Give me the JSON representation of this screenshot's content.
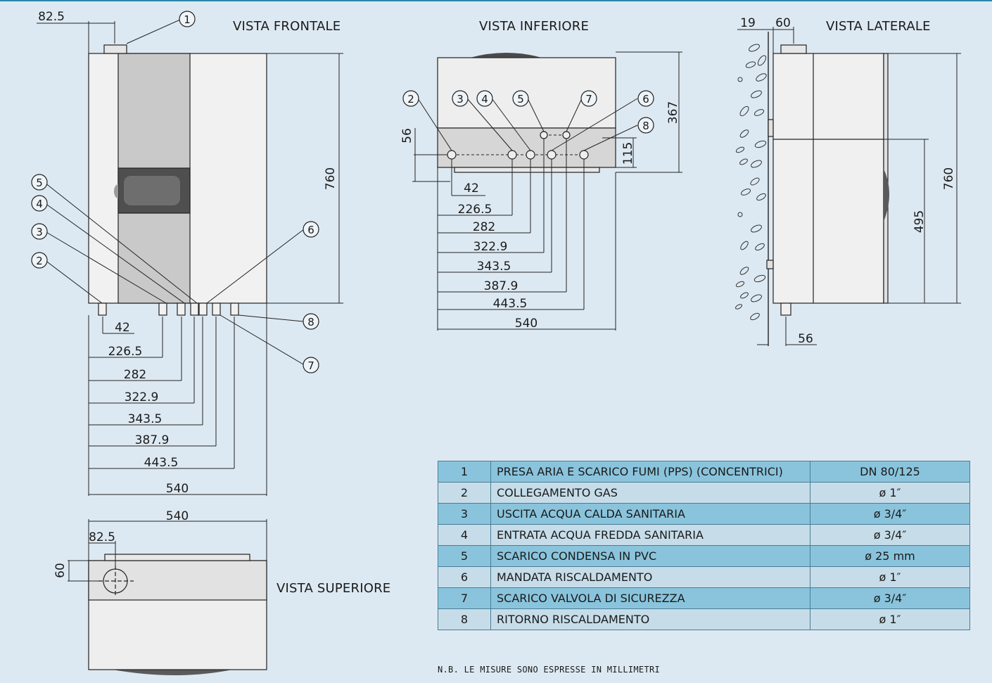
{
  "views": {
    "front": "VISTA FRONTALE",
    "bottom": "VISTA INFERIORE",
    "side": "VISTA LATERALE",
    "top": "VISTA SUPERIORE"
  },
  "front_dims": {
    "top_offset": "82.5",
    "height": "760",
    "horizontal": [
      "42",
      "226.5",
      "282",
      "322.9",
      "343.5",
      "387.9",
      "443.5",
      "540"
    ]
  },
  "bottom_dims": {
    "depth": "367",
    "row_offset": "56",
    "row_depth": "115",
    "horizontal": [
      "42",
      "226.5",
      "282",
      "322.9",
      "343.5",
      "387.9",
      "443.5",
      "540"
    ]
  },
  "side_dims": {
    "wall_gap": "19",
    "outlet": "60",
    "height": "760",
    "mid": "495",
    "bottom": "56"
  },
  "top_dims": {
    "width": "540",
    "offset": "82.5",
    "depth": "60"
  },
  "markers": [
    "1",
    "2",
    "3",
    "4",
    "5",
    "6",
    "7",
    "8"
  ],
  "table": {
    "rows": [
      {
        "n": "1",
        "desc": "PRESA ARIA E SCARICO FUMI (PPS) (CONCENTRICI)",
        "size": "DN 80/125"
      },
      {
        "n": "2",
        "desc": "COLLEGAMENTO GAS",
        "size": "ø 1″"
      },
      {
        "n": "3",
        "desc": "USCITA ACQUA CALDA SANITARIA",
        "size": "ø 3/4″"
      },
      {
        "n": "4",
        "desc": "ENTRATA ACQUA FREDDA SANITARIA",
        "size": "ø 3/4″"
      },
      {
        "n": "5",
        "desc": "SCARICO CONDENSA IN PVC",
        "size": "ø 25 mm"
      },
      {
        "n": "6",
        "desc": "MANDATA RISCALDAMENTO",
        "size": "ø 1″"
      },
      {
        "n": "7",
        "desc": "SCARICO VALVOLA DI SICUREZZA",
        "size": "ø 3/4″"
      },
      {
        "n": "8",
        "desc": "RITORNO RISCALDAMENTO",
        "size": "ø 1″"
      }
    ]
  },
  "note": "N.B. LE MISURE SONO ESPRESSE IN MILLIMETRI"
}
